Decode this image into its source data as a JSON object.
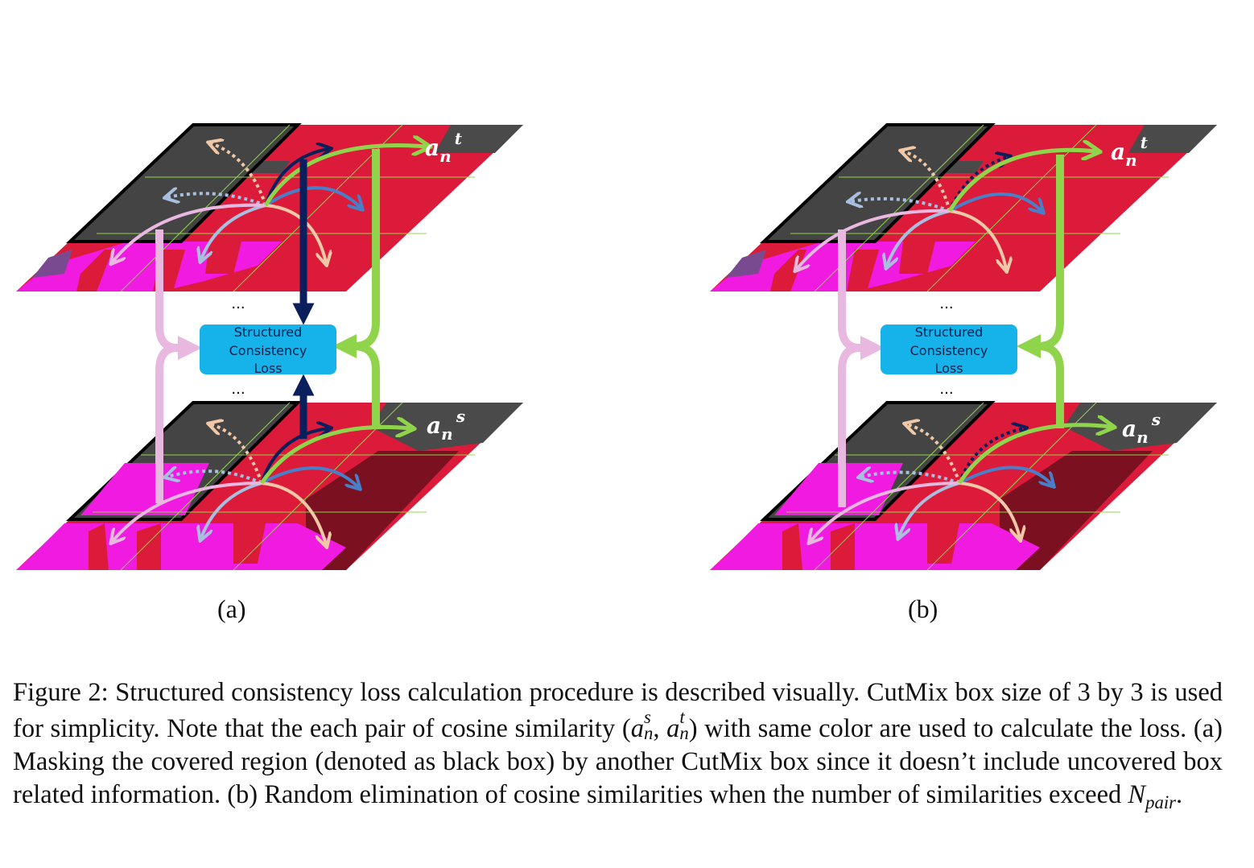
{
  "panels": [
    {
      "label": "(a)",
      "box_lines": [
        "Structured",
        "Consistency",
        "Loss"
      ],
      "dots_top": "...",
      "dots_bottom": "...",
      "an_top": {
        "base": "a",
        "sub": "n",
        "sup": "t"
      },
      "an_bottom": {
        "base": "a",
        "sub": "n",
        "sup": "s"
      }
    },
    {
      "label": "(b)",
      "box_lines": [
        "Structured",
        "Consistency",
        "Loss"
      ],
      "dots_top": "...",
      "dots_bottom": "...",
      "an_top": {
        "base": "a",
        "sub": "n",
        "sup": "t"
      },
      "an_bottom": {
        "base": "a",
        "sub": "n",
        "sup": "s"
      }
    }
  ],
  "caption": {
    "part1": "Figure 2: Structured consistency loss calculation procedure is described visually. CutMix box size of 3 by 3 is used for simplicity. Note that the each pair of cosine similarity (",
    "pair_a1": "a",
    "pair_sub1": "n",
    "pair_sup1": "s",
    "pair_sep": ", ",
    "pair_a2": "a",
    "pair_sub2": "n",
    "pair_sup2": "t",
    "part2": ") with same color are used to calculate the loss. (a) Masking the covered region (denoted as black box) by another CutMix box since it doesn’t include uncovered box related information. (b) Random elimination of cosine similarities when the number of similarities exceed ",
    "npair_base": "N",
    "npair_sub": "pair",
    "part3": "."
  },
  "colors": {
    "red": "#dc1a3a",
    "magenta": "#f01ae0",
    "dark_gray": "#4a4a4a",
    "dark_red": "#7a1020",
    "loss_box": "#16b2ea",
    "green": "#8fd44a",
    "navy": "#0b1f5c",
    "pink": "#e8b8e0",
    "blue": "#4a7fc8",
    "peach": "#f0c8a8",
    "light_blue": "#a8bfe0"
  }
}
